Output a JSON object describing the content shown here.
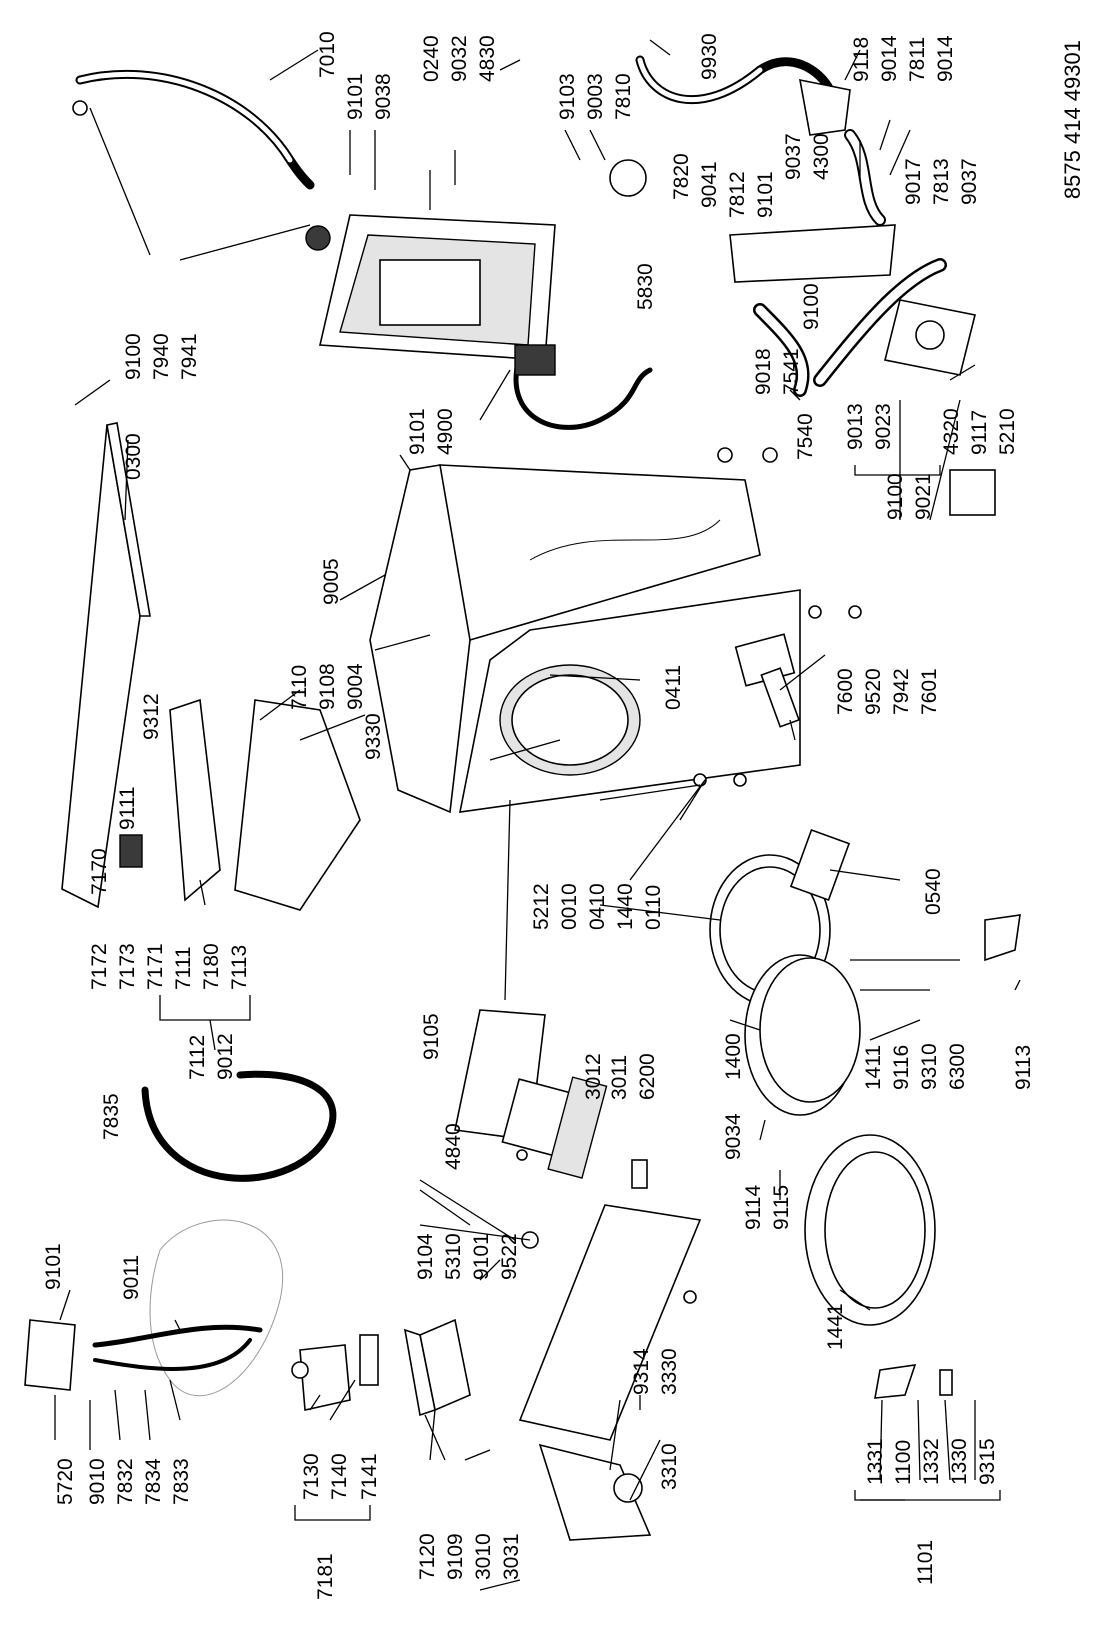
{
  "doc_code": "8575 414 49301",
  "labels": {
    "l7010": "7010",
    "l9101_a": "9101",
    "l9038": "9038",
    "l0240": "0240",
    "l9032": "9032",
    "l4830": "4830",
    "l9103": "9103",
    "l9003": "9003",
    "l7810": "7810",
    "l9930": "9930",
    "l9118": "9118",
    "l9014_a": "9014",
    "l7811": "7811",
    "l9014_b": "9014",
    "l7820": "7820",
    "l9041": "9041",
    "l7812": "7812",
    "l9101_b": "9101",
    "l9037_a": "9037",
    "l4300": "4300",
    "l9017": "9017",
    "l7813": "7813",
    "l9037_b": "9037",
    "l5830": "5830",
    "l9100_a": "9100",
    "l9018": "9018",
    "l7541": "7541",
    "l7540": "7540",
    "l9013": "9013",
    "l9023": "9023",
    "l4320": "4320",
    "l9117": "9117",
    "l5210": "5210",
    "l9100_b": "9100",
    "l9021": "9021",
    "l9100_c": "9100",
    "l7940": "7940",
    "l7941": "7941",
    "l0300": "0300",
    "l9101_c": "9101",
    "l4900": "4900",
    "l9005": "9005",
    "l9004": "9004",
    "l9108": "9108",
    "l7110": "7110",
    "l9312": "9312",
    "l9330": "9330",
    "l0411": "0411",
    "l7600": "7600",
    "l9520": "9520",
    "l7942": "7942",
    "l7601": "7601",
    "l9111": "9111",
    "l7170": "7170",
    "l7172": "7172",
    "l7173": "7173",
    "l7171": "7171",
    "l7111": "7111",
    "l7180": "7180",
    "l7113": "7113",
    "l7112": "7112",
    "l9012": "9012",
    "l5212": "5212",
    "l0010": "0010",
    "l0410": "0410",
    "l1440": "1440",
    "l0110": "0110",
    "l0540": "0540",
    "l7835": "7835",
    "l9105": "9105",
    "l3012": "3012",
    "l3011": "3011",
    "l6200": "6200",
    "l4840": "4840",
    "l1400": "1400",
    "l1411": "1411",
    "l9116": "9116",
    "l9310": "9310",
    "l6300": "6300",
    "l9113": "9113",
    "l9034": "9034",
    "l9101_d": "9101",
    "l9011": "9011",
    "l9104": "9104",
    "l5310": "5310",
    "l9101_e": "9101",
    "l9522": "9522",
    "l9114": "9114",
    "l9115": "9115",
    "l1441": "1441",
    "l5720": "5720",
    "l9010": "9010",
    "l7832": "7832",
    "l7834": "7834",
    "l7833": "7833",
    "l7130": "7130",
    "l7140": "7140",
    "l7181": "7181",
    "l7141": "7141",
    "l7120": "7120",
    "l9109": "9109",
    "l3010": "3010",
    "l3031": "3031",
    "l9314": "9314",
    "l3330": "3330",
    "l3310": "3310",
    "l1331": "1331",
    "l1100": "1100",
    "l1332": "1332",
    "l1330": "1330",
    "l9315": "9315",
    "l1101": "1101"
  }
}
